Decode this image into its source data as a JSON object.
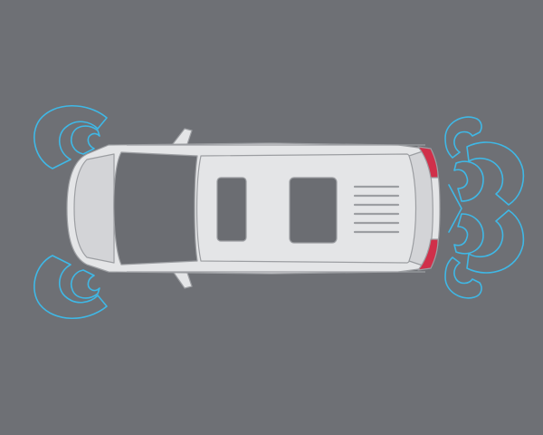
{
  "scene": {
    "subject": "vehicle-top-view",
    "colors": {
      "background": "#6e7075",
      "sensor_wave": "#3fb8e6",
      "car_body": "#e4e5e7",
      "car_body_shade": "#d3d4d7",
      "car_outline": "#9c9ea2",
      "glass": "#6b6d72",
      "taillight": "#d0304a"
    },
    "sensors": {
      "front": [
        "front-left",
        "front-right"
      ],
      "rear": [
        "rear-left",
        "rear-center-left",
        "rear-center-right",
        "rear-right"
      ]
    },
    "sunroofs": [
      "front-sunroof",
      "rear-sunroof"
    ],
    "roof_rails": 6
  }
}
